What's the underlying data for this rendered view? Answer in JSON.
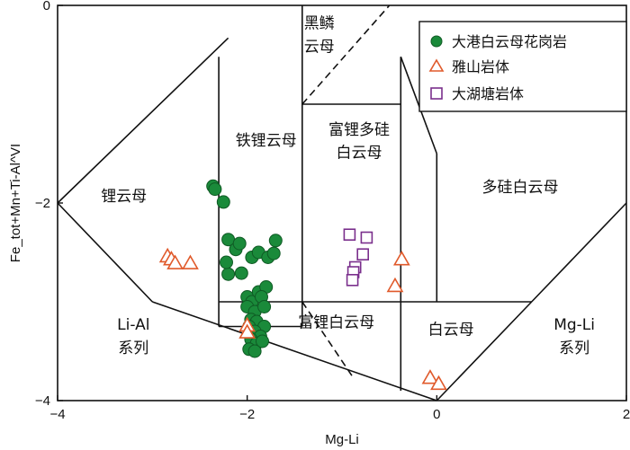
{
  "chart_data": {
    "type": "scatter",
    "xlabel": "Mg-Li",
    "ylabel": "Fe_tot+Mn+Ti-Al^VI",
    "xlim": [
      -4,
      2
    ],
    "ylim": [
      -4,
      0
    ],
    "xticks": [
      "−4",
      "−2",
      "0",
      "2"
    ],
    "yticks": [
      "0",
      "−2",
      "−4"
    ],
    "regions": [
      {
        "label": "锂云母",
        "x": -3.3,
        "y": -1.98
      },
      {
        "label": "铁锂云母",
        "x": -1.8,
        "y": -1.42
      },
      {
        "label": "黑鳞",
        "x": -1.24,
        "y": -0.23
      },
      {
        "label": "云母",
        "x": -1.24,
        "y": -0.47
      },
      {
        "label": "富锂多硅",
        "x": -0.82,
        "y": -1.31
      },
      {
        "label": "白云母",
        "x": -0.82,
        "y": -1.54
      },
      {
        "label": "多硅白云母",
        "x": 0.88,
        "y": -1.89
      },
      {
        "label": "Li-Al",
        "x": -3.2,
        "y": -3.28
      },
      {
        "label": "系列",
        "x": -3.2,
        "y": -3.52
      },
      {
        "label": "富锂白云母",
        "x": -1.06,
        "y": -3.26
      },
      {
        "label": "白云母",
        "x": 0.15,
        "y": -3.33
      },
      {
        "label": "Mg-Li",
        "x": 1.45,
        "y": -3.28
      },
      {
        "label": "系列",
        "x": 1.45,
        "y": -3.52
      }
    ],
    "series": [
      {
        "name": "大港白云母花岗岩",
        "marker": "circle",
        "color": "#1a8a3a",
        "points": [
          [
            -2.36,
            -1.83
          ],
          [
            -2.34,
            -1.86
          ],
          [
            -2.25,
            -1.99
          ],
          [
            -2.2,
            -2.37
          ],
          [
            -2.2,
            -2.72
          ],
          [
            -2.22,
            -2.6
          ],
          [
            -2.12,
            -2.47
          ],
          [
            -2.08,
            -2.41
          ],
          [
            -2.06,
            -2.71
          ],
          [
            -1.95,
            -2.55
          ],
          [
            -1.88,
            -2.5
          ],
          [
            -1.78,
            -2.55
          ],
          [
            -1.7,
            -2.38
          ],
          [
            -1.72,
            -2.51
          ],
          [
            -2.0,
            -2.95
          ],
          [
            -1.95,
            -3.0
          ],
          [
            -1.88,
            -2.9
          ],
          [
            -1.8,
            -2.85
          ],
          [
            -1.85,
            -2.95
          ],
          [
            -2.0,
            -3.05
          ],
          [
            -1.92,
            -3.1
          ],
          [
            -1.82,
            -3.05
          ],
          [
            -1.96,
            -3.18
          ],
          [
            -1.9,
            -3.2
          ],
          [
            -1.82,
            -3.25
          ],
          [
            -1.98,
            -3.25
          ],
          [
            -1.92,
            -3.3
          ],
          [
            -1.86,
            -3.35
          ],
          [
            -1.96,
            -3.38
          ],
          [
            -1.9,
            -3.42
          ],
          [
            -1.84,
            -3.4
          ],
          [
            -1.98,
            -3.48
          ],
          [
            -1.92,
            -3.5
          ]
        ]
      },
      {
        "name": "雅山岩体",
        "marker": "triangle",
        "color": "#e05a2b",
        "points": [
          [
            -2.84,
            -2.54
          ],
          [
            -2.8,
            -2.57
          ],
          [
            -2.76,
            -2.61
          ],
          [
            -2.6,
            -2.61
          ],
          [
            -0.37,
            -2.57
          ],
          [
            -0.44,
            -2.84
          ],
          [
            -2.0,
            -3.24
          ],
          [
            -2.0,
            -3.31
          ],
          [
            -0.07,
            -3.77
          ],
          [
            0.02,
            -3.83
          ]
        ]
      },
      {
        "name": "大湖塘岩体",
        "marker": "square",
        "color": "#7a2f8c",
        "points": [
          [
            -0.92,
            -2.32
          ],
          [
            -0.74,
            -2.35
          ],
          [
            -0.78,
            -2.52
          ],
          [
            -0.86,
            -2.65
          ],
          [
            -0.88,
            -2.7
          ],
          [
            -0.89,
            -2.78
          ]
        ]
      }
    ],
    "legend_position": "top-right",
    "grid": false
  }
}
